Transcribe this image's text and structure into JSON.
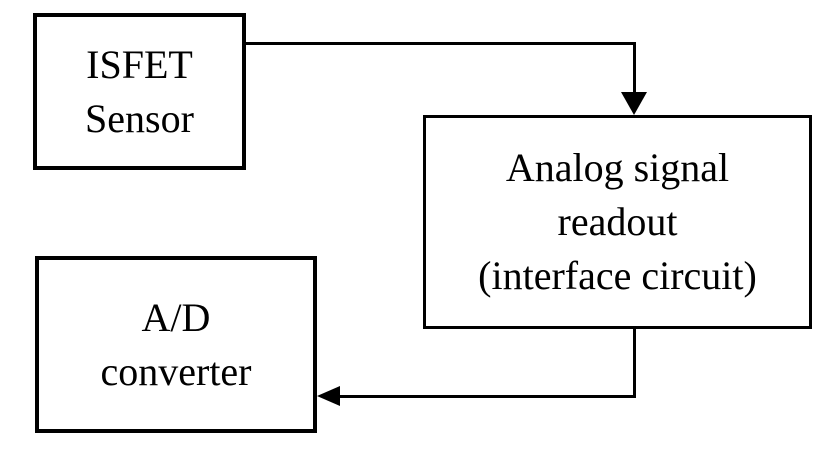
{
  "diagram": {
    "background_color": "#ffffff",
    "line_color": "#000000",
    "nodes": {
      "isfet": {
        "label": "ISFET Sensor",
        "lines": [
          "ISFET",
          "Sensor"
        ]
      },
      "analog": {
        "label": "Analog signal readout (interface circuit)",
        "lines": [
          "Analog signal",
          "readout",
          "(interface circuit)"
        ]
      },
      "adc": {
        "label": "A/D converter",
        "lines": [
          "A/D",
          "converter"
        ]
      }
    },
    "connectors": [
      {
        "from": "isfet",
        "to": "analog",
        "style": "right-angle",
        "arrowhead": "filled-triangle-down"
      },
      {
        "from": "analog",
        "to": "adc",
        "style": "right-angle",
        "arrowhead": "filled-triangle-left"
      }
    ]
  }
}
